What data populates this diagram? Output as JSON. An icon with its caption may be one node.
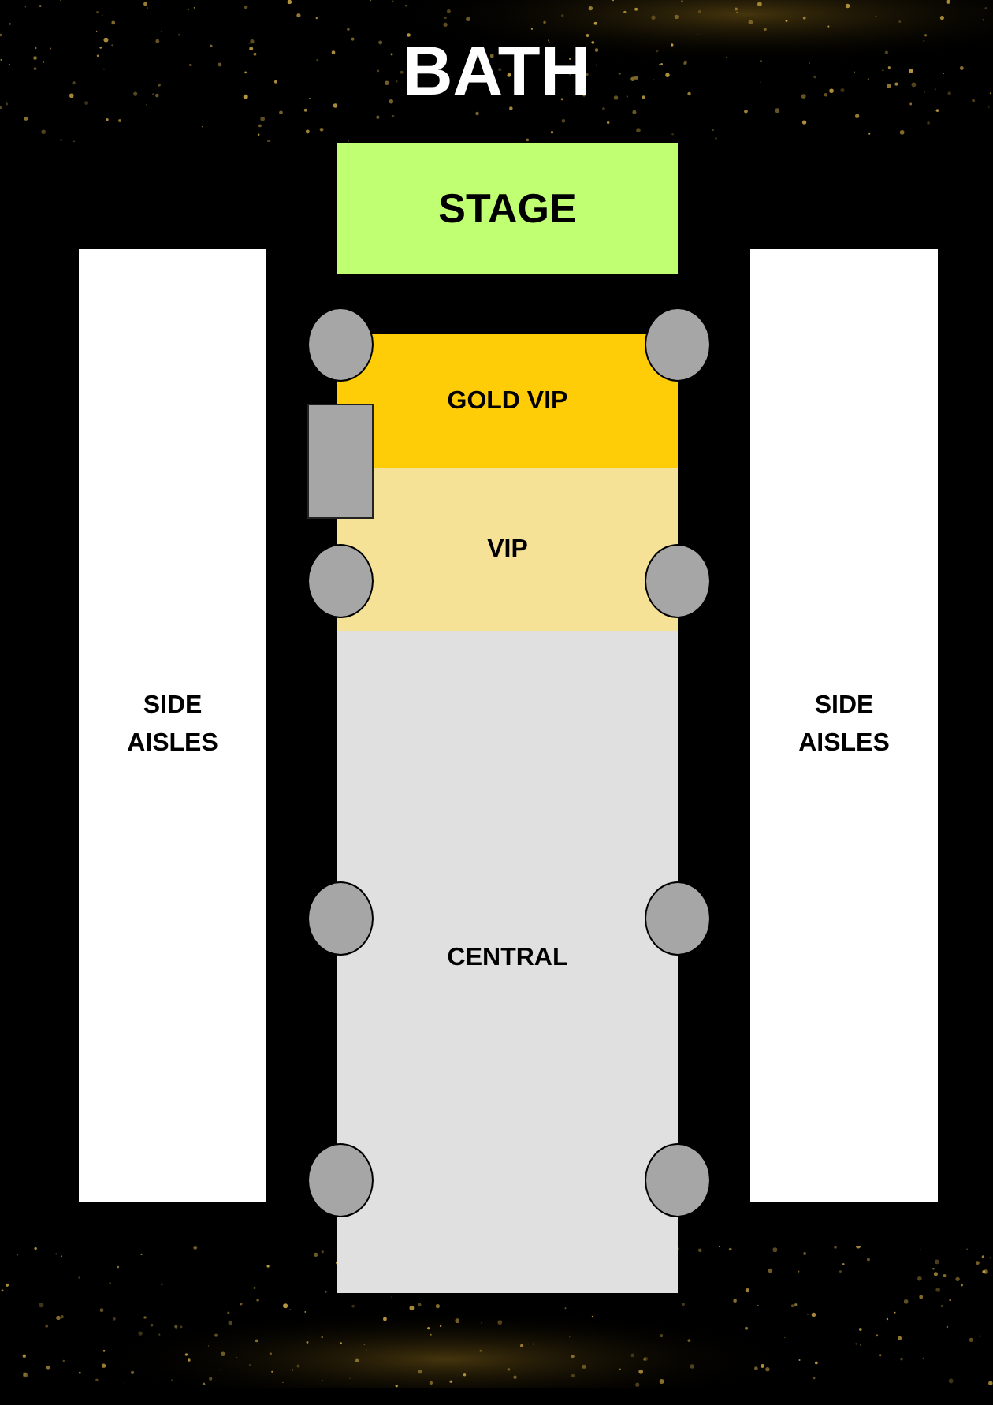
{
  "diagram": {
    "title": "BATH",
    "nodes": [
      {
        "text": [
          "STAGE"
        ]
      },
      {
        "text": [
          "SIDE AISLES"
        ]
      },
      {
        "text": [
          "SIDE AISLES"
        ]
      },
      {
        "text": [
          "GOLD VIP"
        ]
      },
      {
        "text": [
          "VIP"
        ]
      },
      {
        "text": [
          "CENTRAL"
        ]
      },
      {
        "text": [],
        "shape": "circle"
      },
      {
        "text": [],
        "shape": "circle"
      },
      {
        "text": [],
        "shape": "box"
      },
      {
        "text": [],
        "shape": "circle"
      },
      {
        "text": [],
        "shape": "circle"
      },
      {
        "text": [],
        "shape": "circle"
      },
      {
        "text": [],
        "shape": "circle"
      },
      {
        "text": [],
        "shape": "circle"
      },
      {
        "text": [],
        "shape": "circle"
      }
    ]
  }
}
